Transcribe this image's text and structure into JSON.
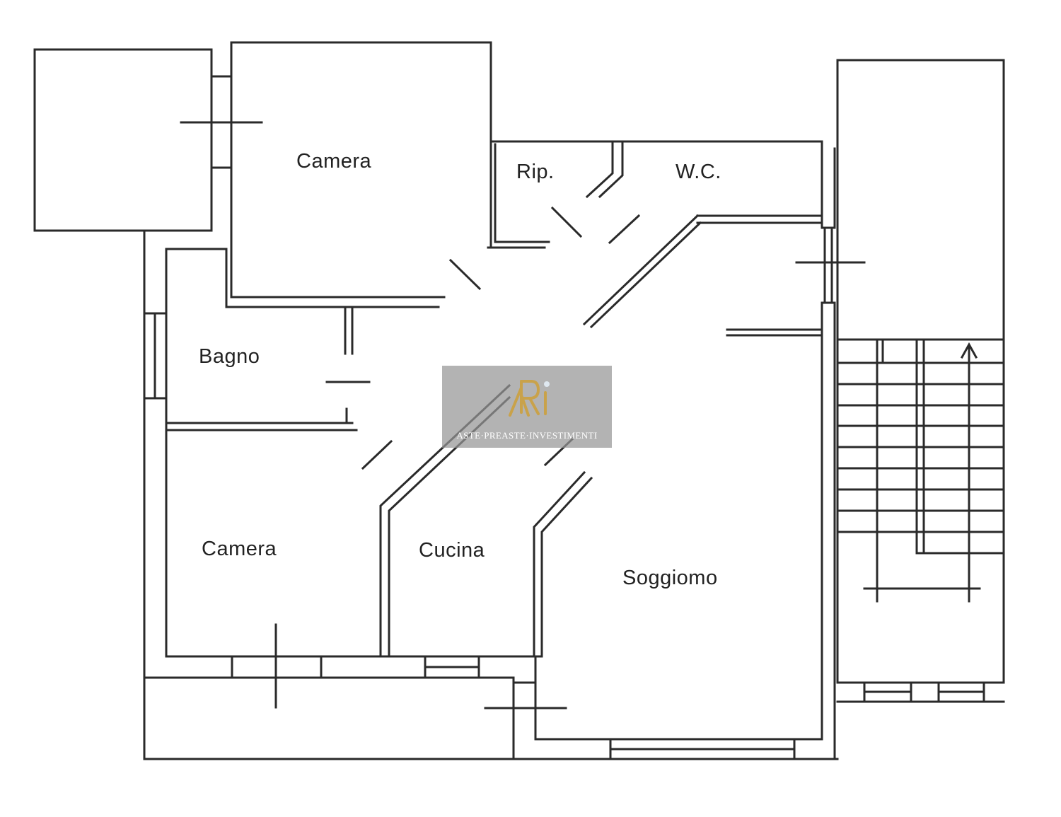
{
  "rooms": {
    "camera_top": "Camera",
    "ripostiglio": "Rip.",
    "wc": "W.C.",
    "bagno": "Bagno",
    "camera_bottom": "Camera",
    "cucina": "Cucina",
    "soggiorno": "Soggiomo"
  },
  "watermark": {
    "tagline": "ASTE·PREASTE·INVESTIMENTI",
    "logo_icon": "api-monogram-logo",
    "colors": {
      "panel": "#969696",
      "gold": "#c9a24a",
      "text": "#ffffff"
    }
  },
  "colors": {
    "wall": "#2a2a2a",
    "background": "#ffffff"
  }
}
